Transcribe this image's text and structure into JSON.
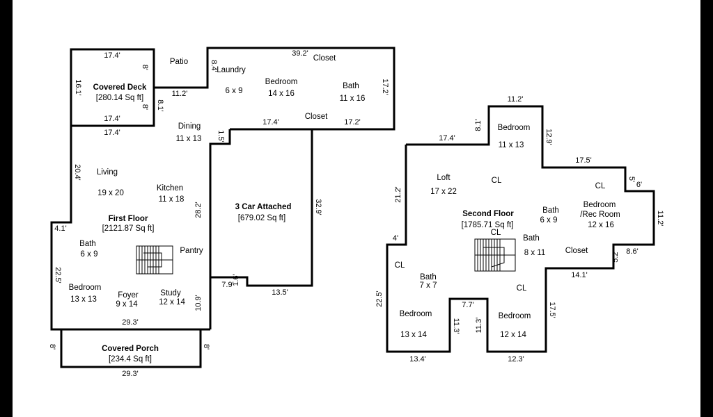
{
  "floor1": {
    "title": "First Floor",
    "area": "[2121.87 Sq ft]",
    "covered_deck": {
      "title": "Covered Deck",
      "area": "[280.14 Sq ft]"
    },
    "covered_porch": {
      "title": "Covered Porch",
      "area": "[234.4 Sq ft]"
    },
    "garage": {
      "title": "3 Car Attached",
      "area": "[679.02 Sq ft]"
    },
    "rooms": {
      "patio": "Patio",
      "laundry": "Laundry",
      "laundry_size": "6 x 9",
      "bedroom_a": "Bedroom",
      "bedroom_a_size": "14 x 16",
      "bath_a": "Bath",
      "bath_a_size": "11 x 16",
      "closet_top": "Closet",
      "closet_mid": "Closet",
      "dining": "Dining",
      "dining_size": "11 x 13",
      "living": "Living",
      "living_size": "19 x 20",
      "kitchen": "Kitchen",
      "kitchen_size": "11 x 18",
      "bath_b": "Bath",
      "bath_b_size": "6 x 9",
      "pantry": "Pantry",
      "bedroom_b": "Bedroom",
      "bedroom_b_size": "13 x 13",
      "foyer": "Foyer",
      "foyer_size": "9 x 14",
      "study": "Study",
      "study_size": "12 x 14"
    },
    "dims": {
      "d1": "17.4'",
      "d2": "16.1'",
      "d3": "8'",
      "d4": "8'",
      "d5": "17.4'",
      "d6": "17.4'",
      "d7": "11.2'",
      "d8": "8.1'",
      "d9": "8.4'",
      "d10": "39.2'",
      "d11": "17.2'",
      "d12": "17.4'",
      "d13": "17.2'",
      "d14": "1.5'",
      "d15": "20.4'",
      "d16": "28.2'",
      "d17": "32.9'",
      "d18": "4.1'",
      "d19": "22.5'",
      "d20": "29.3'",
      "d21": "10.9'",
      "d22": "7.9'",
      "d23": "1.6'",
      "d24": "13.5'",
      "d25": "8'",
      "d26": "8'",
      "d27": "29.3'"
    }
  },
  "floor2": {
    "title": "Second Floor",
    "area": "[1785.71 Sq ft]",
    "rooms": {
      "bedroom_a": "Bedroom",
      "bedroom_a_size": "11 x 13",
      "loft": "Loft",
      "loft_size": "17 x 22",
      "cl_1": "CL",
      "cl_2": "CL",
      "bath_a": "Bath",
      "bath_a_size": "6 x 9",
      "bedroom_rec": "Bedroom",
      "bedroom_rec_2": "/Rec Room",
      "bedroom_rec_size": "12 x 16",
      "cl_3": "CL",
      "bath_b": "Bath",
      "bath_b_size": "8 x 11",
      "closet": "Closet",
      "cl_4": "CL",
      "bath_c": "Bath",
      "bath_c_size": "7 x 7",
      "cl_5": "CL",
      "bedroom_b": "Bedroom",
      "bedroom_b_size": "13 x 14",
      "bedroom_c": "Bedroom",
      "bedroom_c_size": "12 x 14"
    },
    "dims": {
      "d1": "11.2'",
      "d2": "8.1'",
      "d3": "12.9'",
      "d4": "17.4'",
      "d5": "17.5'",
      "d6": "5'",
      "d7": "6'",
      "d8": "21.2'",
      "d9": "11.2'",
      "d10": "4'",
      "d11": "8.6'",
      "d12": "5.2'",
      "d13": "14.1'",
      "d14": "22.5'",
      "d15": "7.7'",
      "d16": "11.3'",
      "d17": "11.3'",
      "d18": "17.5'",
      "d19": "13.4'",
      "d20": "12.3'"
    }
  }
}
